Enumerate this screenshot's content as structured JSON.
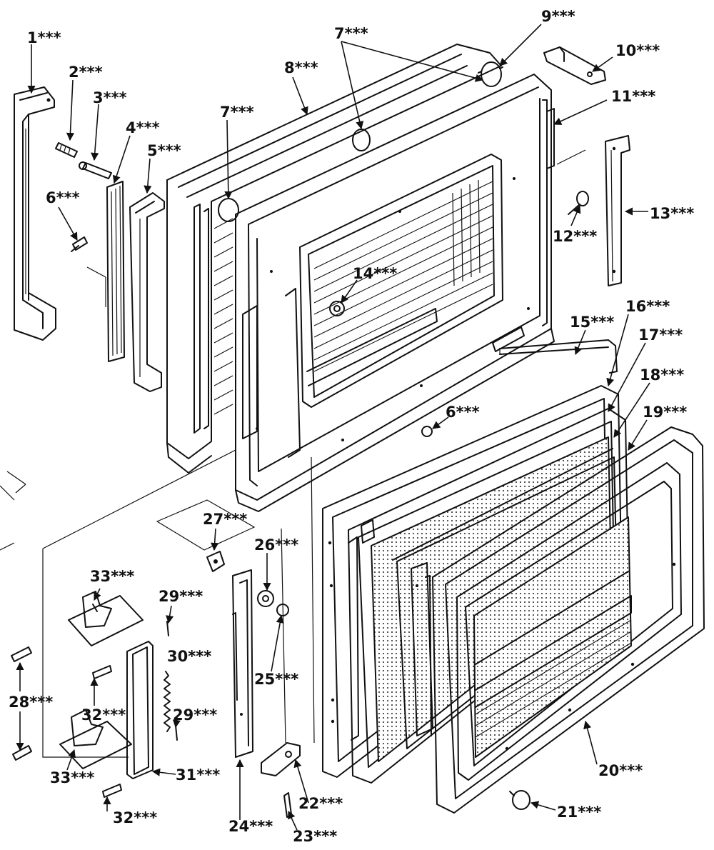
{
  "colors": {
    "ink": "#111111",
    "paper": "#ffffff"
  },
  "parts": [
    {
      "id": "1",
      "label": "1***"
    },
    {
      "id": "2",
      "label": "2***"
    },
    {
      "id": "3",
      "label": "3***"
    },
    {
      "id": "4",
      "label": "4***"
    },
    {
      "id": "5",
      "label": "5***"
    },
    {
      "id": "6a",
      "label": "6***"
    },
    {
      "id": "6b",
      "label": "6***"
    },
    {
      "id": "7a",
      "label": "7***"
    },
    {
      "id": "7b",
      "label": "7***"
    },
    {
      "id": "8",
      "label": "8***"
    },
    {
      "id": "9",
      "label": "9***"
    },
    {
      "id": "10",
      "label": "10***"
    },
    {
      "id": "11",
      "label": "11***"
    },
    {
      "id": "12",
      "label": "12***"
    },
    {
      "id": "13",
      "label": "13***"
    },
    {
      "id": "14",
      "label": "14***"
    },
    {
      "id": "15",
      "label": "15***"
    },
    {
      "id": "16",
      "label": "16***"
    },
    {
      "id": "17",
      "label": "17***"
    },
    {
      "id": "18",
      "label": "18***"
    },
    {
      "id": "19",
      "label": "19***"
    },
    {
      "id": "20",
      "label": "20***"
    },
    {
      "id": "21",
      "label": "21***"
    },
    {
      "id": "22",
      "label": "22***"
    },
    {
      "id": "23",
      "label": "23***"
    },
    {
      "id": "24",
      "label": "24***"
    },
    {
      "id": "25",
      "label": "25***"
    },
    {
      "id": "26",
      "label": "26***"
    },
    {
      "id": "27",
      "label": "27***"
    },
    {
      "id": "28",
      "label": "28***"
    },
    {
      "id": "29a",
      "label": "29***"
    },
    {
      "id": "29b",
      "label": "29***"
    },
    {
      "id": "30",
      "label": "30***"
    },
    {
      "id": "31",
      "label": "31***"
    },
    {
      "id": "32a",
      "label": "32***"
    },
    {
      "id": "32b",
      "label": "32***"
    },
    {
      "id": "33a",
      "label": "33***"
    },
    {
      "id": "33b",
      "label": "33***"
    }
  ]
}
